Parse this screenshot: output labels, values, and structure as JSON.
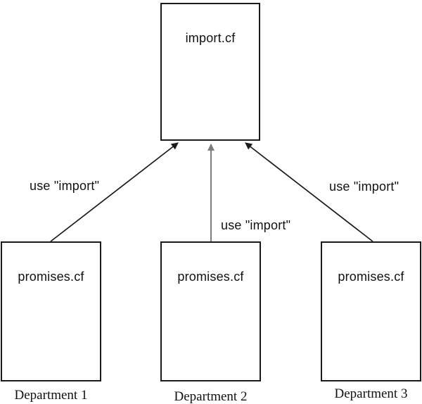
{
  "diagram": {
    "top_node": {
      "label": "import.cf"
    },
    "nodes": [
      {
        "label": "promises.cf",
        "department": "Department 1"
      },
      {
        "label": "promises.cf",
        "department": "Department 2"
      },
      {
        "label": "promises.cf",
        "department": "Department 3"
      }
    ],
    "edges": [
      {
        "label": "use \"import\""
      },
      {
        "label": "use \"import\""
      },
      {
        "label": "use \"import\""
      }
    ],
    "colors": {
      "background": "#ffffff",
      "border": "#1a1a1a",
      "text": "#111111",
      "arrow_black": "#1a1a1a",
      "arrow_gray": "#7d7d7d"
    }
  }
}
